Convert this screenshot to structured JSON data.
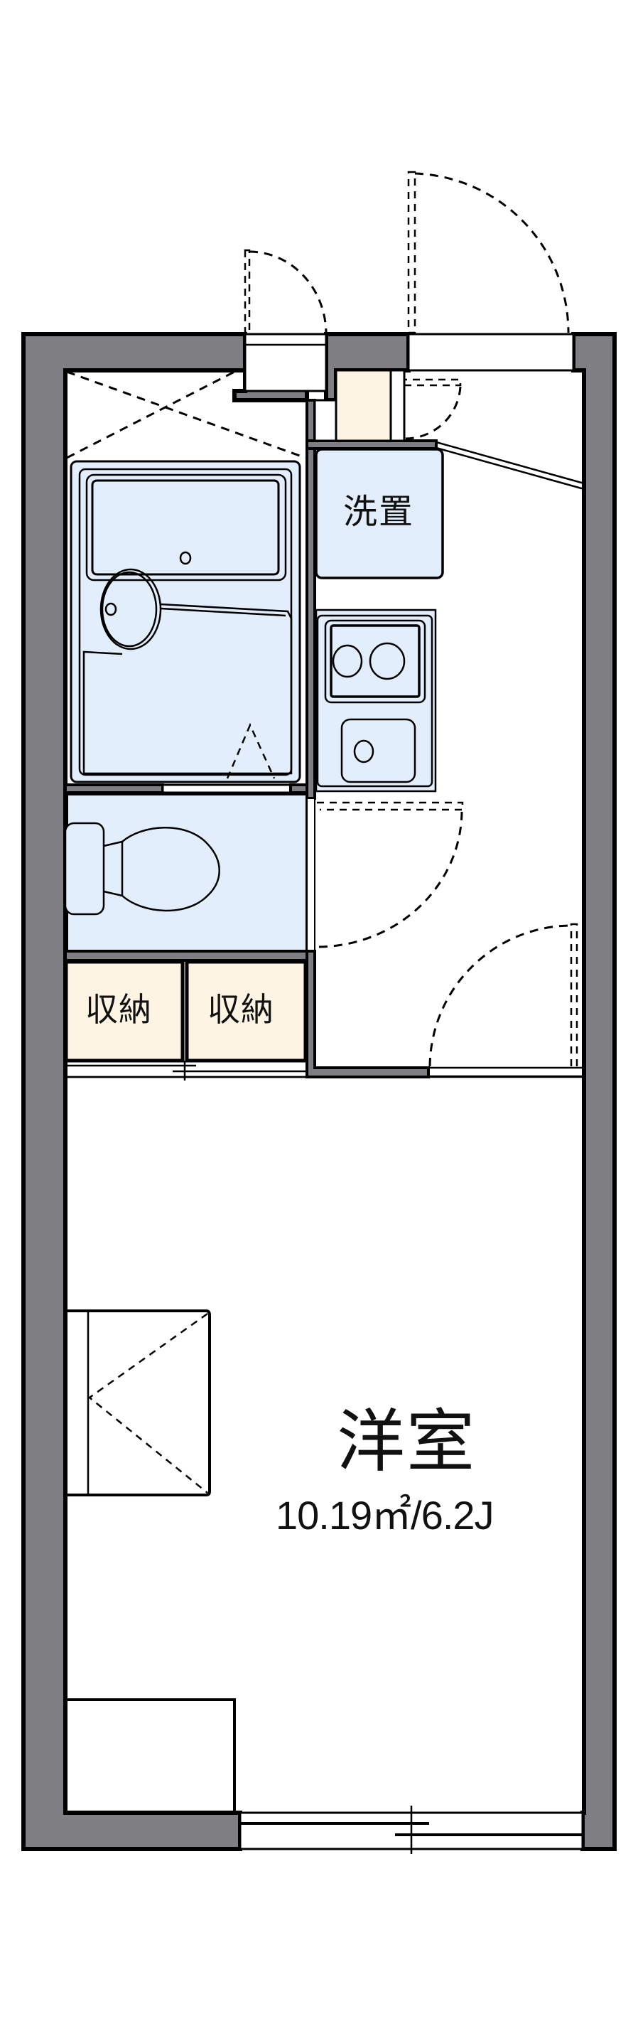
{
  "floorplan": {
    "type": "1K apartment floor plan",
    "rooms": [
      {
        "id": "western-room",
        "label": "洋室",
        "area_text": "10.19㎡/6.2J",
        "area_sqm": 10.19,
        "tatami": 6.2
      },
      {
        "id": "storage-1",
        "label": "収納"
      },
      {
        "id": "storage-2",
        "label": "収納"
      },
      {
        "id": "washer-space",
        "label": "洗置"
      },
      {
        "id": "bathroom",
        "label": ""
      },
      {
        "id": "toilet",
        "label": ""
      },
      {
        "id": "kitchen",
        "label": ""
      },
      {
        "id": "entrance",
        "label": ""
      }
    ],
    "colors": {
      "wall": "#7f7e83",
      "wet_area": "#e3eefc",
      "storage": "#fef4e3",
      "line": "#000000",
      "background": "#ffffff"
    }
  }
}
